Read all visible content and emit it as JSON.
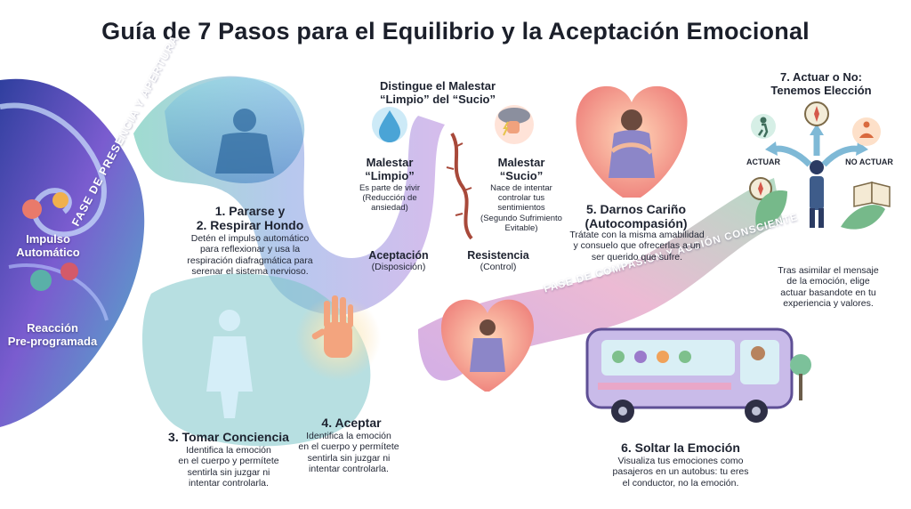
{
  "title": "Guía de 7 Pasos para el Equilibrio y la Aceptación Emocional",
  "left_panel": {
    "impulse": "Impulso\nAutomático",
    "reaction": "Reacción\nPre-programada"
  },
  "phases": {
    "first": "FASE DE PRESENCIA Y APERTURA",
    "second": "FASE DE COMPASIÓN Y ACCIÓN CONSCIENTE"
  },
  "steps": {
    "s1": {
      "title": "1. Pararse y\n2. Respirar Hondo",
      "text": "Detén el impulso automático\npara reflexionar y usa la\nrespiración diafragmática para\nserenar el sistema nervioso."
    },
    "s3": {
      "title": "3. Tomar Conciencia",
      "text": "Identifica la emoción\nen el cuerpo y permítete\nsentirla sin juzgar ni\nintentar controlarla."
    },
    "s4": {
      "title": "4. Aceptar",
      "text": "Identifica la emoción\nen el cuerpo y permítete\nsentirla sin juzgar ni\nintentar controlarla."
    },
    "s5": {
      "title": "5. Darnos Cariño\n(Autocompasión)",
      "text": "Trátate con la misma amabilidad\ny consuelo que ofrecerlas a un\nser querido que sufre."
    },
    "s6": {
      "title": "6. Soltar la Emoción",
      "text": "Visualiza tus emociones como\npasajeros en un autobus: tu eres\nel conductor, no la emoción."
    },
    "s7": {
      "title": "7. Actuar o No:\nTenemos Elección",
      "text": "Tras asimilar el mensaje\nde la emoción, elige\nactuar basandote en tu\nexperiencia y valores.",
      "act": "ACTUAR",
      "no_act": "NO ACTUAR"
    }
  },
  "distinguish": {
    "heading": "Distingue el Malestar\n“Limpio” del “Sucio”",
    "clean_title": "Malestar\n“Limpio”",
    "clean_text": "Es parte de vivir\n(Reducción de\nansiedad)",
    "dirty_title": "Malestar\n“Sucio”",
    "dirty_text": "Nace de intentar\ncontrolar tus\nsentimientos\n(Segundo Sufrimiento\nEvitable)",
    "acceptance": "Aceptación",
    "acceptance_sub": "(Disposición)",
    "resistance": "Resistencia",
    "resistance_sub": "(Control)"
  },
  "icons": [
    "body-silhouette-icon",
    "water-drop-icon",
    "thorn-branch-icon",
    "storm-cloud-fist-icon",
    "open-hand-icon",
    "heart-hug-icon",
    "bus-icon",
    "compass-icon",
    "walking-person-icon",
    "meditating-person-icon",
    "book-icon"
  ],
  "colors": {
    "wave_blue": "#4a66c8",
    "wave_purple": "#8a5cc9",
    "wave_teal": "#5ec4c4",
    "heart_coral": "#ef8a7a",
    "bus_purple": "#8c7bcc"
  }
}
